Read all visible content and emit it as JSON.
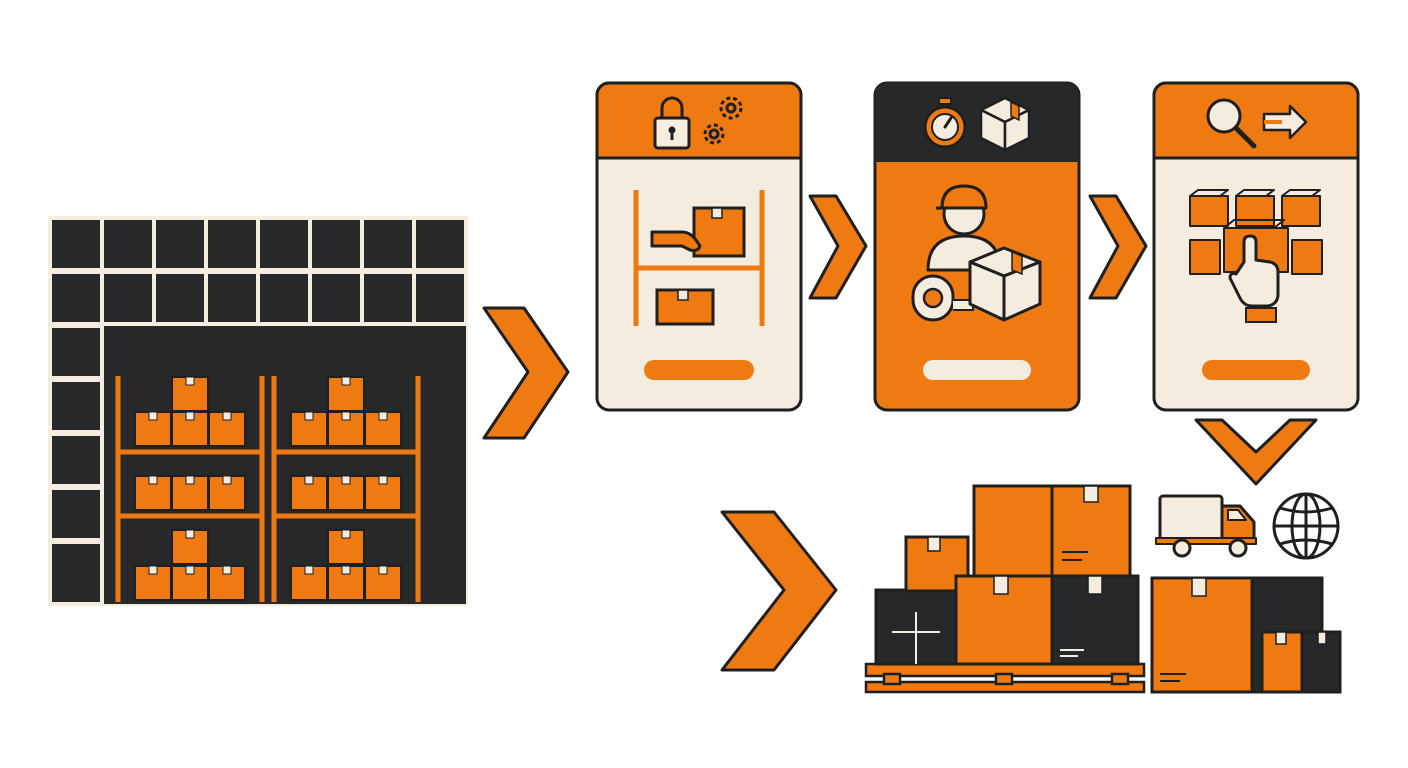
{
  "diagram": {
    "kind": "warehouse-fulfillment-flow",
    "colors": {
      "orange": "#f07a12",
      "dark": "#26282a",
      "cream": "#f5ece0",
      "outline": "#1f1f1f",
      "white": "#ffffff"
    },
    "nodes": [
      {
        "id": "warehouse",
        "icons": [
          "warehouse-grid-icon",
          "storage-rack-icon",
          "box-icon"
        ]
      },
      {
        "id": "store",
        "header_icons": [
          "padlock-icon",
          "gears-icon"
        ],
        "icons": [
          "shelf-icon",
          "hand-holding-box-icon"
        ],
        "button_label": ""
      },
      {
        "id": "pack",
        "header_icons": [
          "stopwatch-icon",
          "box-icon"
        ],
        "icons": [
          "worker-icon",
          "tape-roll-icon",
          "box-icon"
        ],
        "button_label": ""
      },
      {
        "id": "pick",
        "header_icons": [
          "magnifier-icon",
          "arrow-right-icon"
        ],
        "icons": [
          "box-grid-icon",
          "pointing-hand-icon"
        ],
        "button_label": ""
      },
      {
        "id": "ship",
        "icons": [
          "pallet-icon",
          "box-stack-icon",
          "delivery-truck-icon",
          "globe-icon"
        ]
      }
    ],
    "edges": [
      {
        "from": "warehouse",
        "to": "store",
        "icon": "chevron-right-icon"
      },
      {
        "from": "store",
        "to": "pack",
        "icon": "chevron-right-icon"
      },
      {
        "from": "pack",
        "to": "pick",
        "icon": "chevron-right-icon"
      },
      {
        "from": "pick",
        "to": "ship",
        "icon": "chevron-down-icon"
      },
      {
        "from": "pick",
        "to": "ship",
        "icon": "chevron-right-icon"
      }
    ],
    "text": []
  }
}
